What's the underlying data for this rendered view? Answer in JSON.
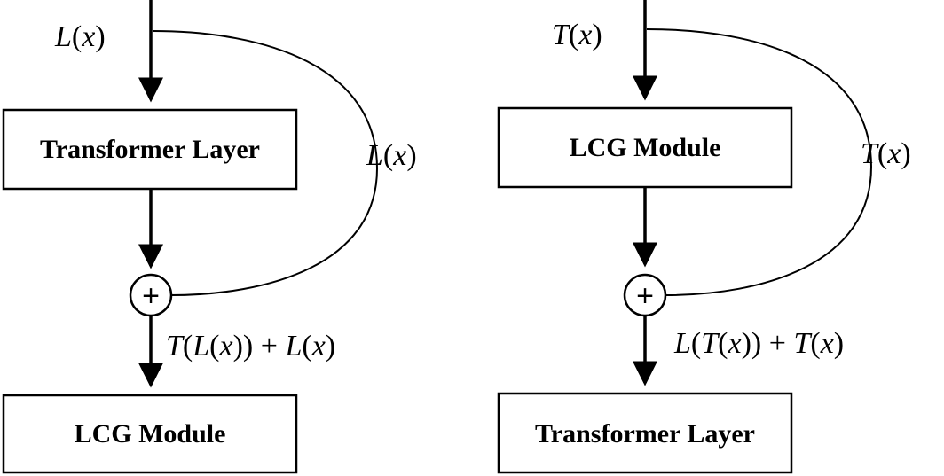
{
  "colors": {
    "stroke": "#000000",
    "background": "#ffffff"
  },
  "left": {
    "input_label": {
      "fn": "L",
      "arg": "x"
    },
    "skip_label": {
      "fn": "L",
      "arg": "x"
    },
    "top_block_label": "Transformer Layer",
    "bottom_block_label": "LCG Module",
    "sum_symbol": "+",
    "sum_label": {
      "outer": "T",
      "inner": "L",
      "arg": "x",
      "plus": "+",
      "skip_fn": "L"
    }
  },
  "right": {
    "input_label": {
      "fn": "T",
      "arg": "x"
    },
    "skip_label": {
      "fn": "T",
      "arg": "x"
    },
    "top_block_label": "LCG Module",
    "bottom_block_label": "Transformer Layer",
    "sum_symbol": "+",
    "sum_label": {
      "outer": "L",
      "inner": "T",
      "arg": "x",
      "plus": "+",
      "skip_fn": "T"
    }
  }
}
